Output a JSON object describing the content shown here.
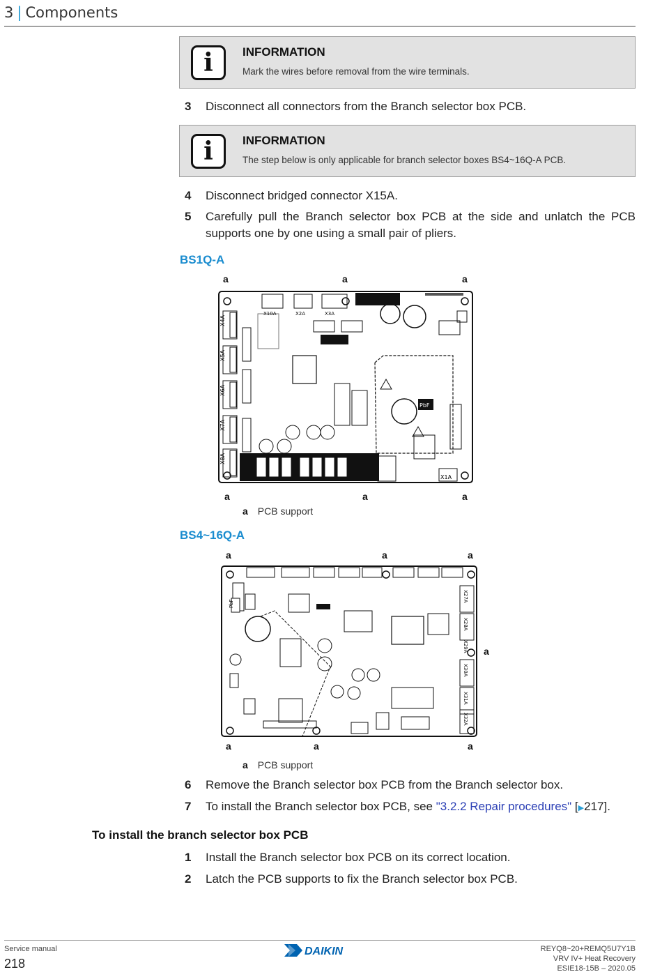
{
  "header": {
    "chapter": "3",
    "separator": "|",
    "title": "Components"
  },
  "info1": {
    "icon": "information-icon",
    "title": "INFORMATION",
    "text": "Mark the wires before removal from the wire terminals."
  },
  "step3": {
    "num": "3",
    "text": "Disconnect all connectors from the Branch selector box PCB."
  },
  "info2": {
    "icon": "information-icon",
    "title": "INFORMATION",
    "text": "The step below is only applicable for branch selector boxes BS4~16Q-A PCB."
  },
  "step4": {
    "num": "4",
    "text": "Disconnect bridged connector X15A."
  },
  "step5": {
    "num": "5",
    "text": "Carefully pull the Branch selector box PCB at the side and unlatch the PCB supports one by one using a small pair of pliers."
  },
  "fig1": {
    "title": "BS1Q-A",
    "marker": "a",
    "legend_key": "a",
    "legend_text": "PCB support",
    "labels": {
      "x4a": "X4A",
      "x5a": "X5A",
      "x6a": "X6A",
      "x7a": "X7A",
      "x8a": "X8A",
      "x1a": "X1A",
      "x2a": "X2A",
      "x10a": "X10A",
      "x3a": "X3A",
      "pbf": "PbF"
    }
  },
  "fig2": {
    "title": "BS4~16Q-A",
    "marker": "a",
    "legend_key": "a",
    "legend_text": "PCB support",
    "labels": {
      "x27a": "X27A",
      "x28a": "X28A",
      "x29a": "X29A",
      "x30a": "X30A",
      "x31a": "X31A",
      "x32a": "X32A",
      "pbf": "PbF"
    }
  },
  "step6": {
    "num": "6",
    "text": "Remove the Branch selector box PCB from the Branch selector box."
  },
  "step7": {
    "num": "7",
    "text_before": "To install the Branch selector box PCB, see ",
    "link": "\"3.2.2 Repair procedures\"",
    "text_ref_open": " [",
    "ref_icon": "triangle-right-icon",
    "ref_page": "217",
    "text_after": "]."
  },
  "install_heading": "To install the branch selector box PCB",
  "install1": {
    "num": "1",
    "text": "Install the Branch selector box PCB on its correct location."
  },
  "install2": {
    "num": "2",
    "text": "Latch the PCB supports to fix the Branch selector box PCB."
  },
  "footer": {
    "left_label": "Service manual",
    "page": "218",
    "logo_text": "DAIKIN",
    "right_line1": "REYQ8~20+REMQ5U7Y1B",
    "right_line2": "VRV IV+ Heat Recovery",
    "right_line3": "ESIE18-15B – 2020.05"
  },
  "colors": {
    "accent": "#1a8ccf",
    "link": "#2b3fb5",
    "info_bg": "#e2e2e2",
    "logo_blue": "#0063b1"
  }
}
